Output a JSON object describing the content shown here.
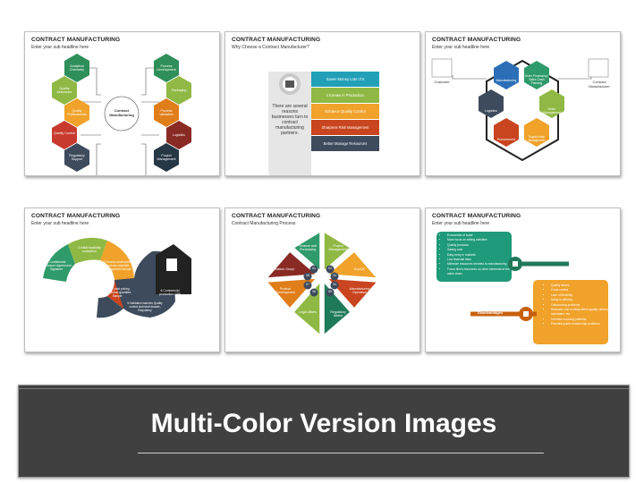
{
  "slides": [
    {
      "title": "CONTRACT MANUFACTURING",
      "sub": "Enter your sub headline here",
      "center": "Contract Manufacturing",
      "hexes": [
        "Analytical Chemistry",
        "Quality Assurance",
        "Quality Professionals",
        "Quality Control",
        "Regulatory Support",
        "Process Development",
        "Packaging",
        "Process Validation",
        "Logistics",
        "Project Management"
      ]
    },
    {
      "title": "CONTRACT MANUFACTURING",
      "sub": "Why Choose a Contract Manufacturer?",
      "body": "There are several reasons businesses turn to contract manufacturing partners.",
      "bars": [
        "Saves Money Lots of It",
        "Increase in Production",
        "Enhance Quality Control",
        "Sharpens Risk Management",
        "Better Manage Resources"
      ]
    },
    {
      "title": "CONTRACT MANUFACTURING",
      "sub": "Enter your sub headline here",
      "customer": "Customer",
      "cm": "Contract Manufacturer",
      "hexes": [
        "Manufacturing",
        "Order Processing / Sales Chain Planning",
        "Order Management",
        "Supply chain Management",
        "Procurement",
        "Logistics"
      ]
    },
    {
      "title": "CONTRACT MANUFACTURING",
      "sub": "Enter your sub headline here",
      "steps": [
        "1.Confidential Disclosure Agreement Signature",
        "2.Initial feasibility evaluation",
        "3.Process development and raw materials development Sample",
        "4.Pilot plant pricing commercial quantities Sample",
        "5.Validation batches Quality control technical dossier, Regulatory",
        "6.Commercial production CFP"
      ]
    },
    {
      "title": "CONTRACT MANUFACTURING",
      "sub": "Contract Manufacturing Process",
      "nums": [
        "01",
        "02",
        "03",
        "04",
        "05",
        "06",
        "07",
        "08"
      ],
      "labels": [
        "Finance and Purchasing",
        "Project Management",
        "Dry/QC",
        "Manufacturing Operation",
        "Regulatory Affairs",
        "Legal Affairs",
        "Product Development",
        "Validation Group"
      ]
    },
    {
      "title": "CONTRACT MANUFACTURING",
      "sub": "Enter your sub headline here",
      "adv_label": "Advantages",
      "dis_label": "Disadvantages",
      "adv": [
        "Economies of scale",
        "More focus on selling activities",
        "Quality products",
        "Saving cost",
        "Easy entry in markets",
        "Low financial risks",
        "Minimize resources devoted to manufacturing",
        "Focus firm's resources on other elements of the value chain"
      ],
      "dis": [
        "Quality issues",
        "Costs control",
        "Lack of flexibility",
        "Delay in delivery",
        "Outsourcing problems",
        "Reduced cost of delay affect quality, delivery schedules, etc.",
        "Increase sourcing potential",
        "Potential public relationship problems"
      ]
    }
  ],
  "banner": "Multi-Color Version Images"
}
